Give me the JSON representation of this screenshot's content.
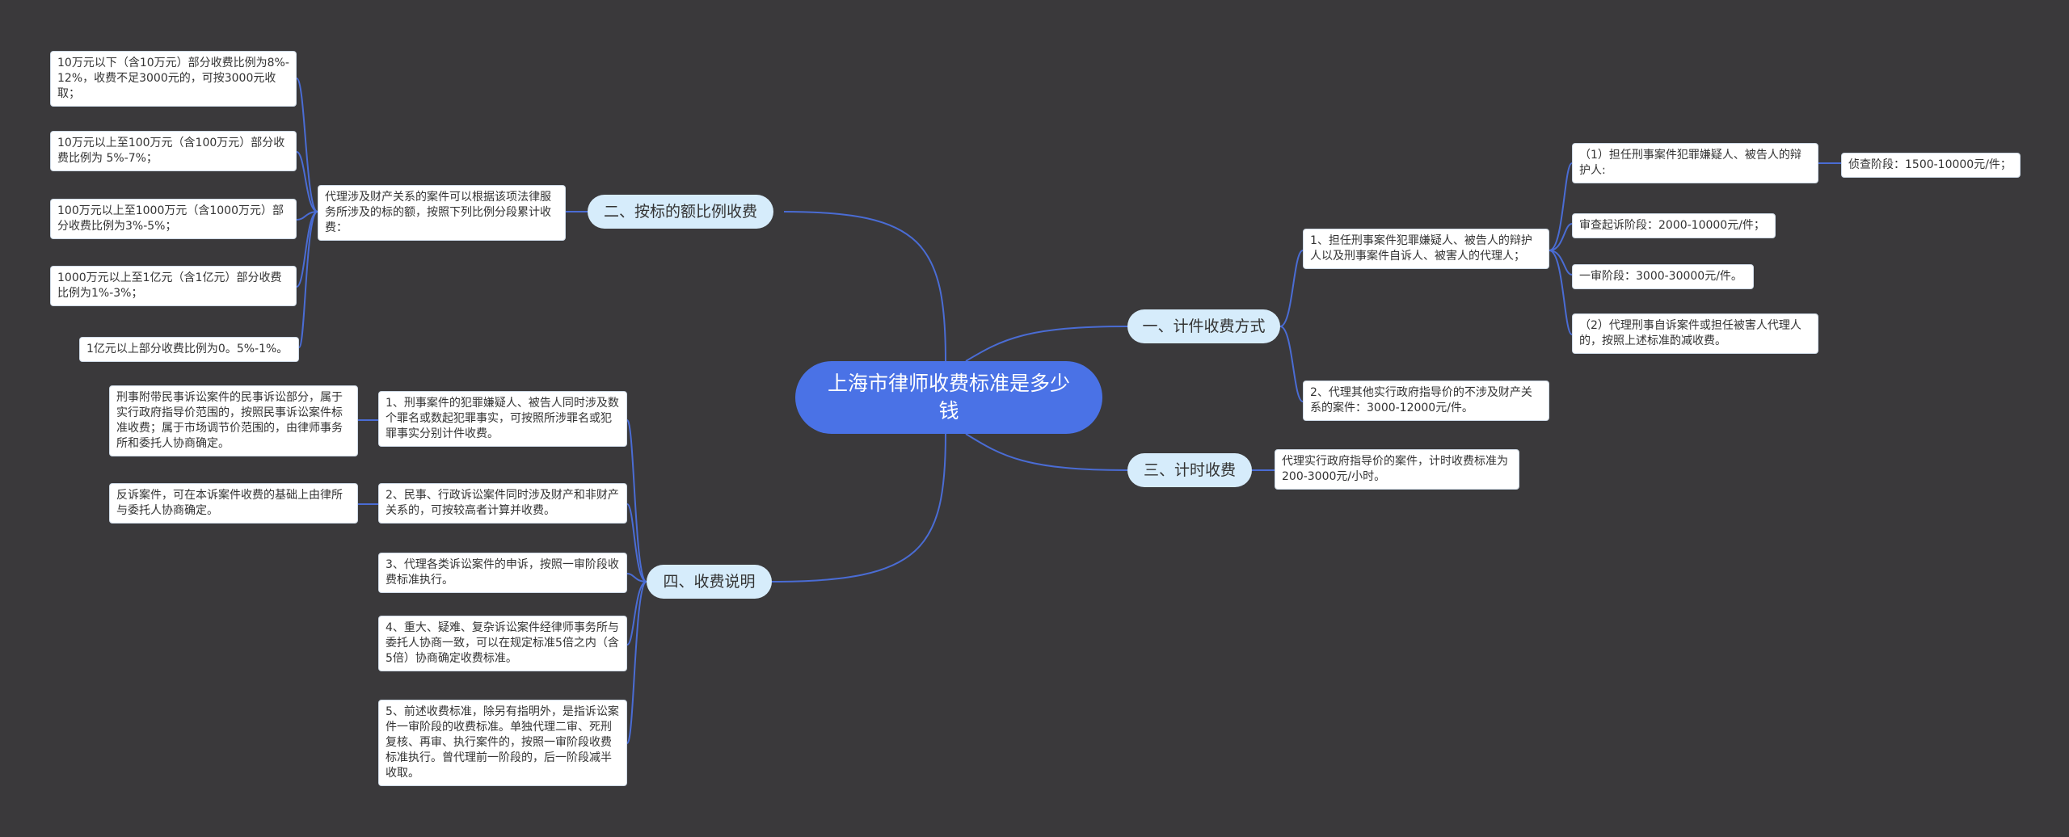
{
  "root": {
    "title": "上海市律师收费标准是多少钱"
  },
  "branches": {
    "b1": "一、计件收费方式",
    "b2": "二、按标的额比例收费",
    "b3": "三、计时收费",
    "b4": "四、收费说明"
  },
  "b1_items": {
    "i1": "1、担任刑事案件犯罪嫌疑人、被告人的辩护人以及刑事案件自诉人、被害人的代理人；",
    "i1_sub1": "（1）担任刑事案件犯罪嫌疑人、被告人的辩护人:",
    "i1_sub1_detail": "侦查阶段：1500-10000元/件；",
    "i1_sub2": "审查起诉阶段：2000-10000元/件；",
    "i1_sub3": "一审阶段：3000-30000元/件。",
    "i1_sub4": "（2）代理刑事自诉案件或担任被害人代理人的，按照上述标准酌减收费。",
    "i2": "2、代理其他实行政府指导价的不涉及财产关系的案件：3000-12000元/件。"
  },
  "b2_items": {
    "intro": "代理涉及财产关系的案件可以根据该项法律服务所涉及的标的额，按照下列比例分段累计收费：",
    "r1": "10万元以下（含10万元）部分收费比例为8%-12%，收费不足3000元的，可按3000元收取；",
    "r2": "10万元以上至100万元（含100万元）部分收费比例为 5%-7%；",
    "r3": "100万元以上至1000万元（含1000万元）部分收费比例为3%-5%；",
    "r4": "1000万元以上至1亿元（含1亿元）部分收费比例为1%-3%；",
    "r5": "1亿元以上部分收费比例为0。5%-1%。"
  },
  "b3_items": {
    "i1": "代理实行政府指导价的案件，计时收费标准为200-3000元/小时。"
  },
  "b4_items": {
    "i1": "1、刑事案件的犯罪嫌疑人、被告人同时涉及数个罪名或数起犯罪事实，可按照所涉罪名或犯罪事实分别计件收费。",
    "i1_sub": "刑事附带民事诉讼案件的民事诉讼部分，属于实行政府指导价范围的，按照民事诉讼案件标准收费；属于市场调节价范围的，由律师事务所和委托人协商确定。",
    "i2": "2、民事、行政诉讼案件同时涉及财产和非财产关系的，可按较高者计算并收费。",
    "i2_sub": "反诉案件，可在本诉案件收费的基础上由律所与委托人协商确定。",
    "i3": "3、代理各类诉讼案件的申诉，按照一审阶段收费标准执行。",
    "i4": "4、重大、疑难、复杂诉讼案件经律师事务所与委托人协商一致，可以在规定标准5倍之内（含5倍）协商确定收费标准。",
    "i5": "5、前述收费标准，除另有指明外，是指诉讼案件一审阶段的收费标准。单独代理二审、死刑复核、再审、执行案件的，按照一审阶段收费标准执行。曾代理前一阶段的，后一阶段减半收取。"
  },
  "colors": {
    "background": "#3a393b",
    "root": "#4a72e6",
    "branch": "#d6ecfb",
    "link": "#4a6cd4"
  }
}
